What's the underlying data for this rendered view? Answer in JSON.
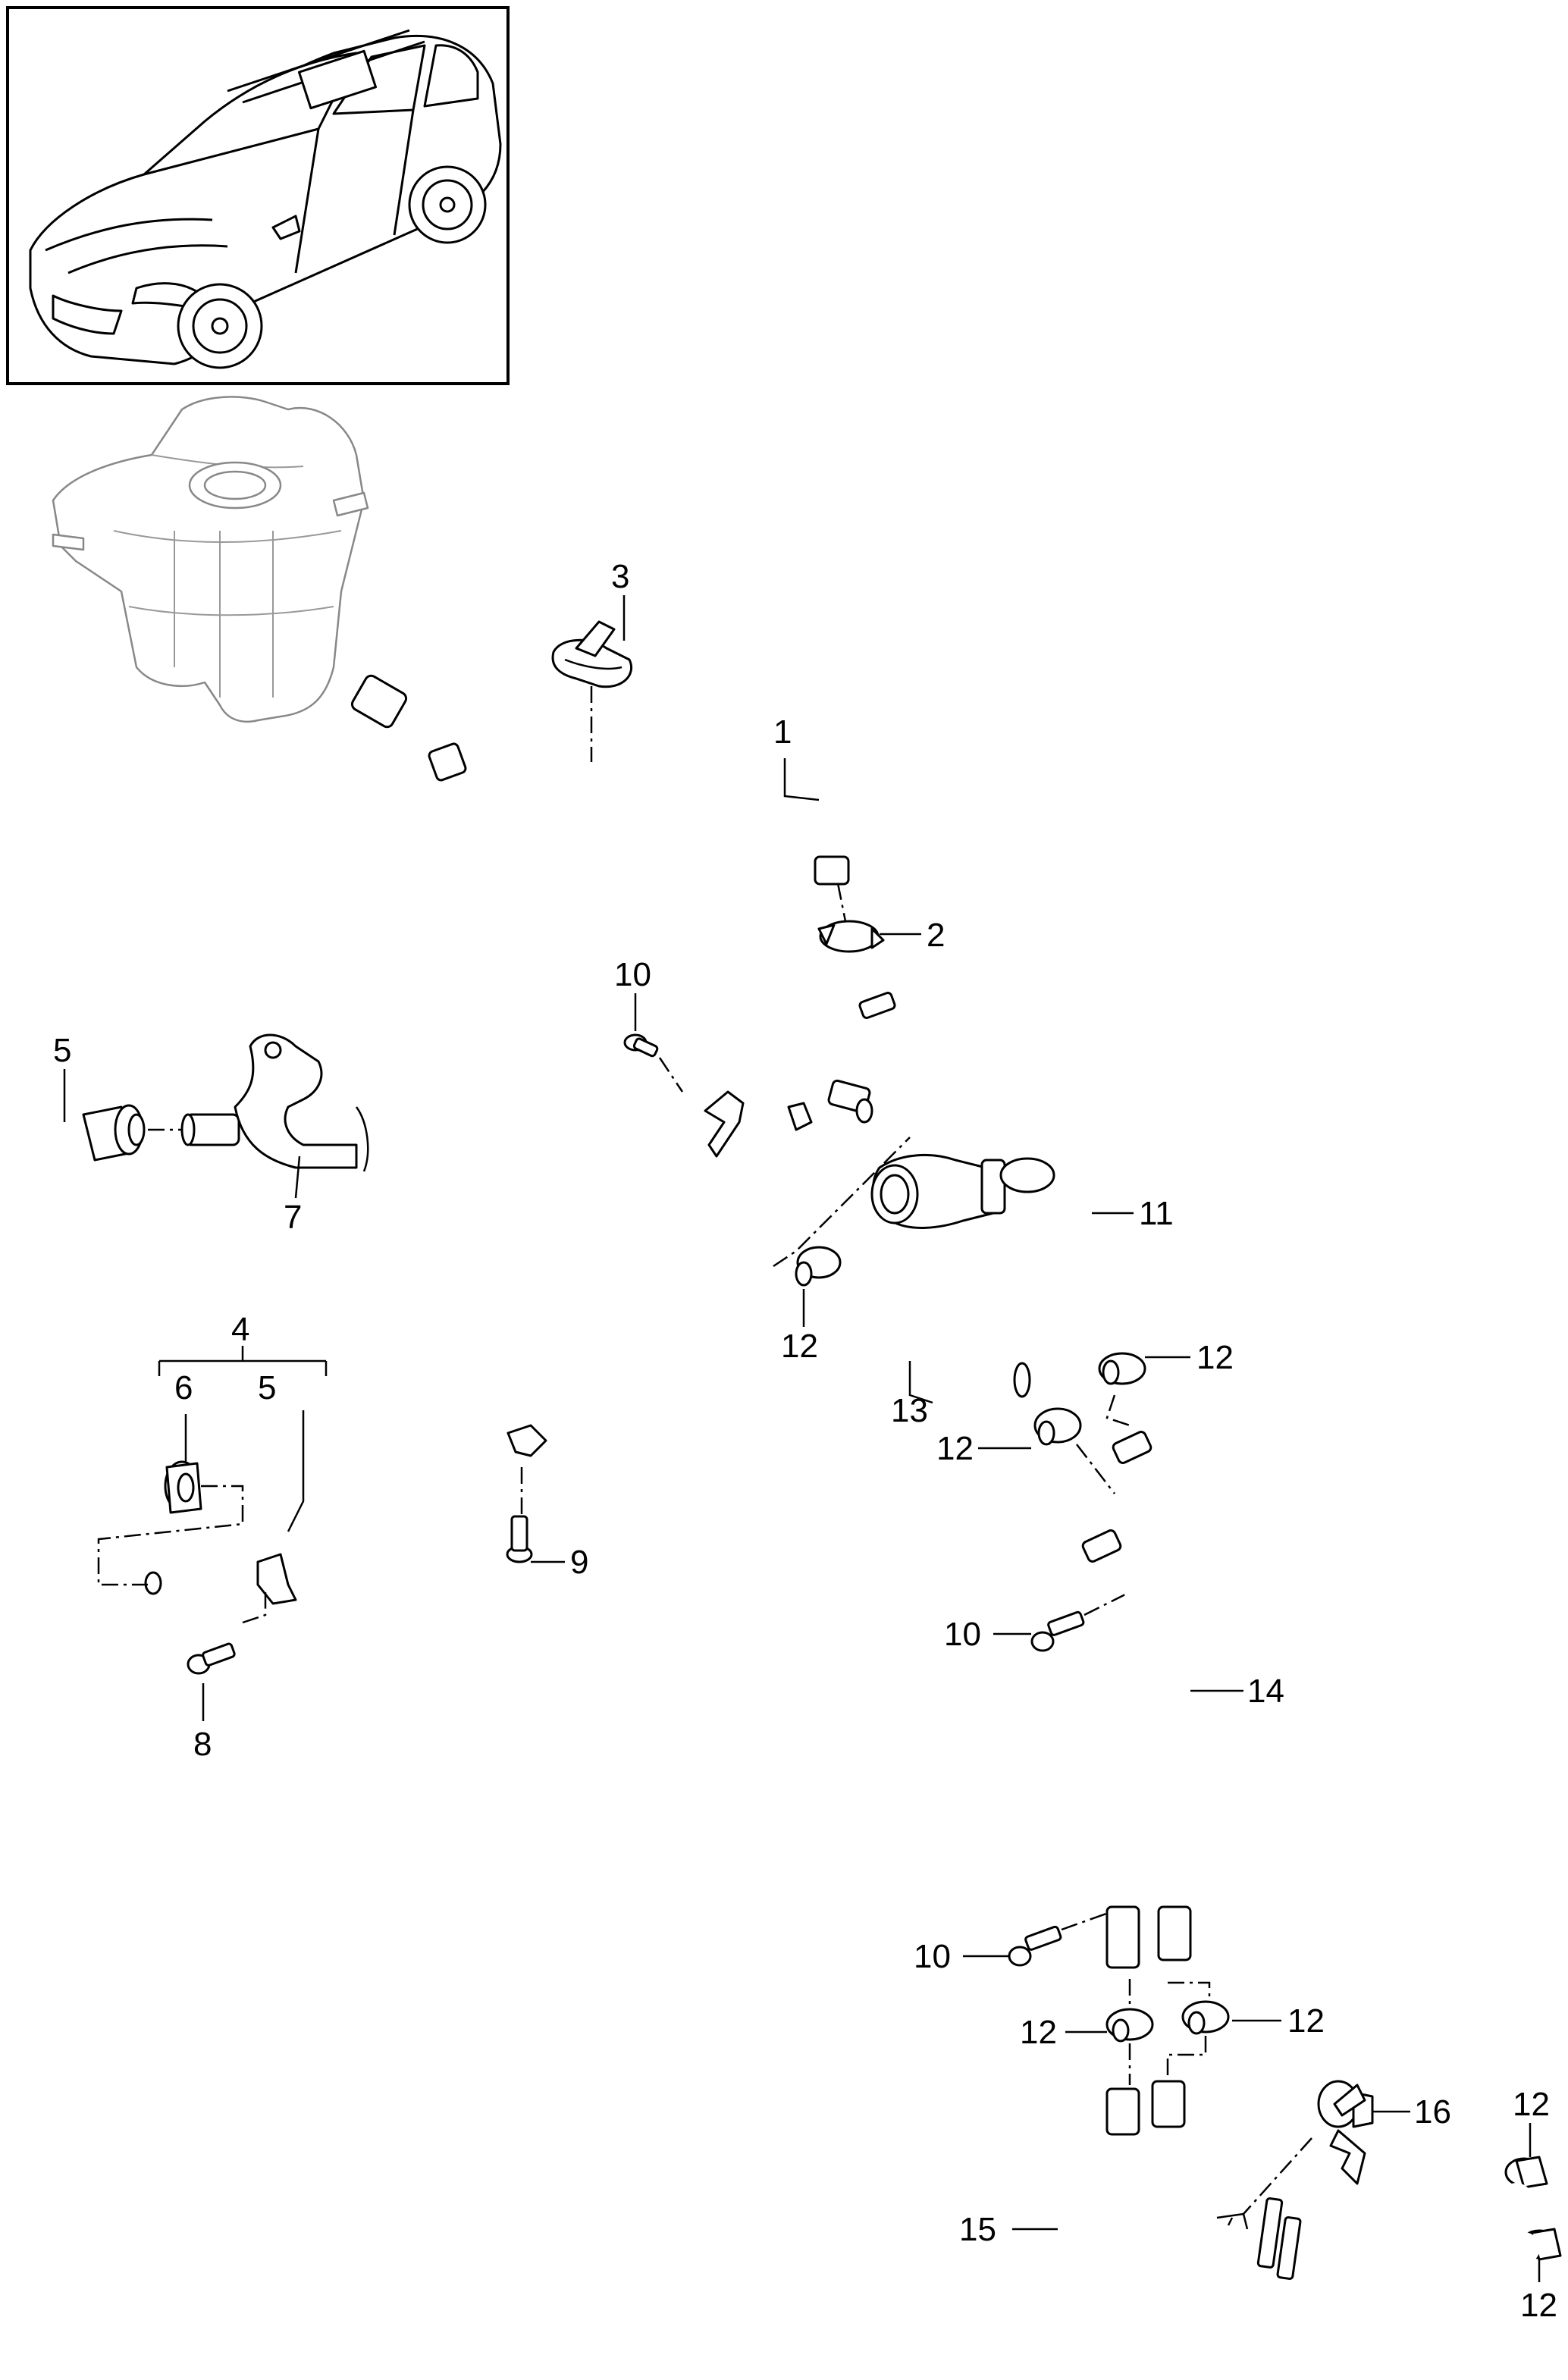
{
  "diagram": {
    "callouts": {
      "c1": "1",
      "c2": "2",
      "c3": "3",
      "c4": "4",
      "c4a": "6",
      "c4b": "5",
      "c5": "5",
      "c7": "7",
      "c8": "8",
      "c9": "9",
      "c10a": "10",
      "c10b": "10",
      "c10c": "10",
      "c11": "11",
      "c12a": "12",
      "c12b": "12",
      "c12c": "12",
      "c12d": "12",
      "c12e": "12",
      "c12f": "12",
      "c12g": "12",
      "c13": "13",
      "c14": "14",
      "c15": "15",
      "c16": "16"
    }
  }
}
